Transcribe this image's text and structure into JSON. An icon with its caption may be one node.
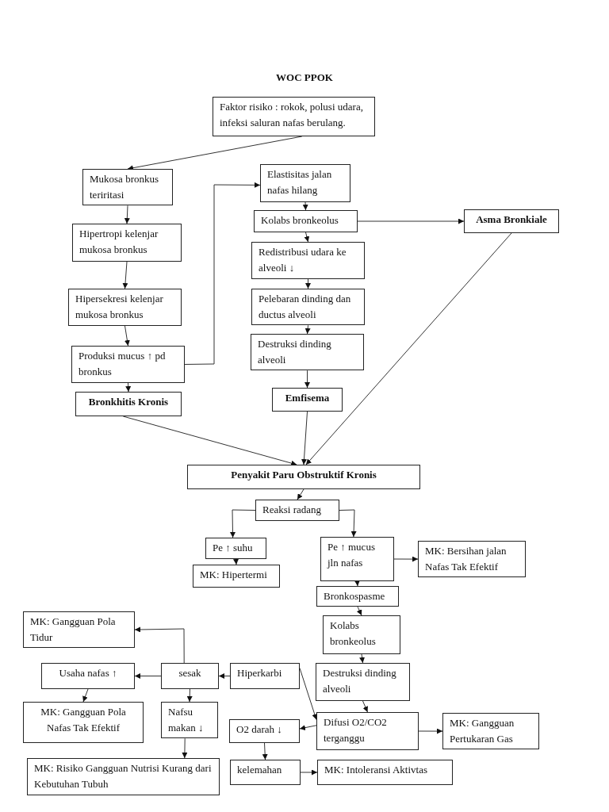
{
  "diagram": {
    "title": "WOC PPOK",
    "nodes": [
      {
        "text": [
          "Faktor  risiko : rokok, polusi udara, infeksi saluran nafas  berulang."
        ]
      },
      {
        "text": [
          "Mukosa bronkus teriritasi"
        ]
      },
      {
        "text": [
          "Hipertropi kelenjar mukosa bronkus"
        ]
      },
      {
        "text": [
          "Hipersekresi kelenjar mukosa bronkus"
        ]
      },
      {
        "text": [
          "Produksi mucus ↑ pd bronkus"
        ]
      },
      {
        "text": [
          "Bronkhitis  Kronis"
        ]
      },
      {
        "text": [
          "Elastisitas jalan nafas hilang"
        ]
      },
      {
        "text": [
          "Kolabs bronkeolus"
        ]
      },
      {
        "text": [
          "Asma Bronkiale"
        ]
      },
      {
        "text": [
          "Redistribusi udara  ke alveoli ↓"
        ]
      },
      {
        "text": [
          "Pelebaran dinding dan ductus alveoli"
        ]
      },
      {
        "text": [
          "Destruksi dinding alveoli"
        ]
      },
      {
        "text": [
          "Emfisema"
        ]
      },
      {
        "text": [
          "Penyakit  Paru Obstruktif Kronis"
        ]
      },
      {
        "text": [
          "Reaksi radang"
        ]
      },
      {
        "text": [
          "Pe ↑ suhu"
        ]
      },
      {
        "text": [
          "Pe ↑ mucus jln nafas"
        ]
      },
      {
        "text": [
          "MK: Bersihan jalan Nafas  Tak Efektif"
        ]
      },
      {
        "text": [
          "MK: Hipertermi"
        ]
      },
      {
        "text": [
          "Bronkospasme"
        ]
      },
      {
        "text": [
          "MK: Gangguan Pola Tidur"
        ]
      },
      {
        "text": [
          "Kolabs bronkeolus"
        ]
      },
      {
        "text": [
          "Usaha nafas ↑"
        ]
      },
      {
        "text": [
          "sesak"
        ]
      },
      {
        "text": [
          "Hiperkarbi"
        ]
      },
      {
        "text": [
          "Destruksi dinding alveoli"
        ]
      },
      {
        "text": [
          "MK: Gangguan Pola Nafas  Tak Efektif"
        ]
      },
      {
        "text": [
          "Nafsu makan ↓"
        ]
      },
      {
        "text": [
          "O2  darah ↓"
        ]
      },
      {
        "text": [
          "Difusi O2/CO2 terganggu"
        ]
      },
      {
        "text": [
          "MK: Gangguan Pertukaran Gas"
        ]
      },
      {
        "text": [
          "MK: Risiko Gangguan Nutrisi Kurang dari Kebutuhan Tubuh"
        ]
      },
      {
        "text": [
          "kelemahan"
        ]
      },
      {
        "text": [
          "MK: Intoleransi Aktivtas"
        ]
      }
    ],
    "edges": [
      {
        "from": 0,
        "to": 1,
        "arrow": "to"
      },
      {
        "from": 1,
        "to": 2,
        "arrow": "to"
      },
      {
        "from": 2,
        "to": 3,
        "arrow": "to"
      },
      {
        "from": 3,
        "to": 4,
        "arrow": "to"
      },
      {
        "from": 4,
        "to": 5,
        "arrow": "to"
      },
      {
        "from": 4,
        "to": 6,
        "arrow": "to"
      },
      {
        "from": 6,
        "to": 7,
        "arrow": "to"
      },
      {
        "from": 7,
        "to": 8,
        "arrow": "to"
      },
      {
        "from": 7,
        "to": 9,
        "arrow": "to"
      },
      {
        "from": 9,
        "to": 10,
        "arrow": "to"
      },
      {
        "from": 10,
        "to": 11,
        "arrow": "to"
      },
      {
        "from": 11,
        "to": 12,
        "arrow": "to"
      },
      {
        "from": 5,
        "to": 13,
        "arrow": "to"
      },
      {
        "from": 12,
        "to": 13,
        "arrow": "to"
      },
      {
        "from": 8,
        "to": 13,
        "arrow": "to"
      },
      {
        "from": 13,
        "to": 14,
        "arrow": "to"
      },
      {
        "from": 14,
        "to": 15,
        "arrow": "to"
      },
      {
        "from": 14,
        "to": 16,
        "arrow": "to"
      },
      {
        "from": 15,
        "to": 18,
        "arrow": "to"
      },
      {
        "from": 16,
        "to": 17,
        "arrow": "to"
      },
      {
        "from": 16,
        "to": 19,
        "arrow": "to"
      },
      {
        "from": 19,
        "to": 21,
        "arrow": "to"
      },
      {
        "from": 21,
        "to": 25,
        "arrow": "to"
      },
      {
        "from": 25,
        "to": 29,
        "arrow": "to"
      },
      {
        "from": 29,
        "to": 30,
        "arrow": "to"
      },
      {
        "from": 29,
        "to": 28,
        "arrow": "to"
      },
      {
        "from": 24,
        "to": 29,
        "arrow": "to"
      },
      {
        "from": 24,
        "to": 23,
        "arrow": "to"
      },
      {
        "from": 23,
        "to": 22,
        "arrow": "to"
      },
      {
        "from": 23,
        "to": 20,
        "arrow": "to"
      },
      {
        "from": 23,
        "to": 27,
        "arrow": "to"
      },
      {
        "from": 22,
        "to": 26,
        "arrow": "to"
      },
      {
        "from": 27,
        "to": 31,
        "arrow": "to"
      },
      {
        "from": 28,
        "to": 32,
        "arrow": "to"
      },
      {
        "from": 32,
        "to": 33,
        "arrow": "to"
      }
    ]
  }
}
